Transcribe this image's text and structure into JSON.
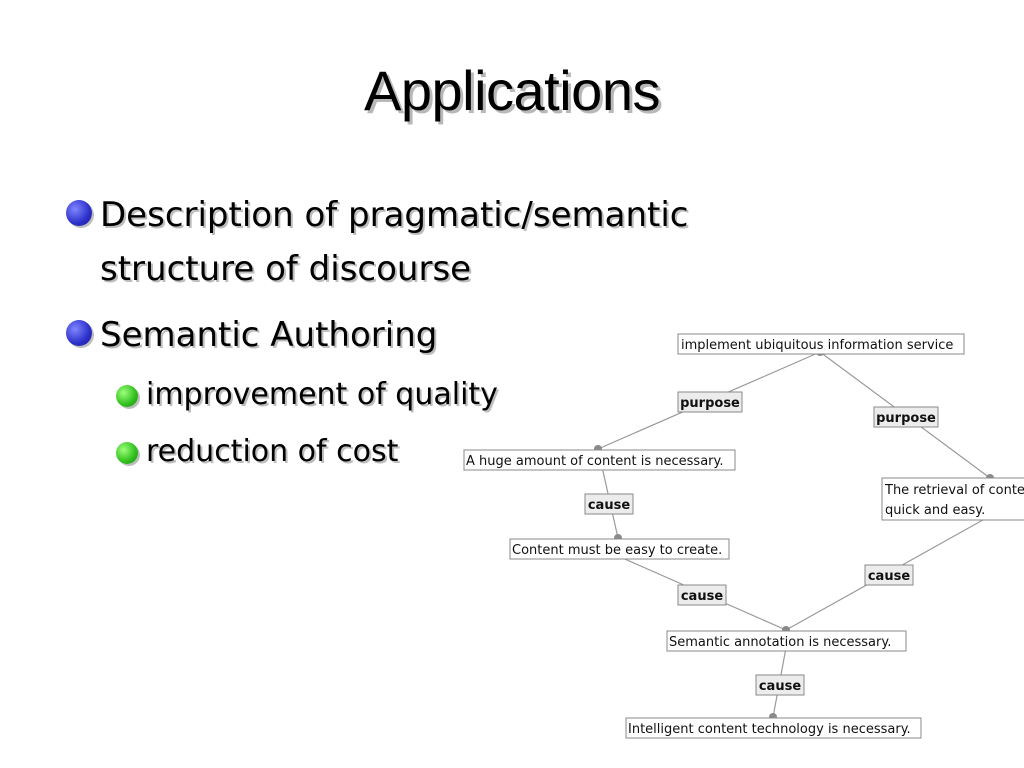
{
  "slide": {
    "title": "Applications",
    "bullets": [
      {
        "text_line1": "Description of pragmatic/semantic",
        "text_line2": "structure of discourse"
      },
      {
        "text": "Semantic Authoring"
      }
    ],
    "sub_bullets": [
      {
        "text": "improvement of quality"
      },
      {
        "text": "reduction of cost"
      }
    ]
  },
  "diagram": {
    "nodes": {
      "ubiquitous": "implement ubiquitous information service",
      "huge": "A huge amount of content is necessary.",
      "retrieval_line1": "The retrieval of content is",
      "retrieval_line2": "quick and easy.",
      "easy": "Content must be easy to create.",
      "annotation": "Semantic annotation is necessary.",
      "intelligent": "Intelligent content technology is necessary."
    },
    "relations": {
      "purpose_left": "purpose",
      "purpose_right": "purpose",
      "cause_1": "cause",
      "cause_2": "cause",
      "cause_3": "cause",
      "cause_4": "cause"
    },
    "colors": {
      "line": "#9a9a9a",
      "node_border": "#8a8a8a",
      "rel_fill": "#ececec"
    }
  }
}
